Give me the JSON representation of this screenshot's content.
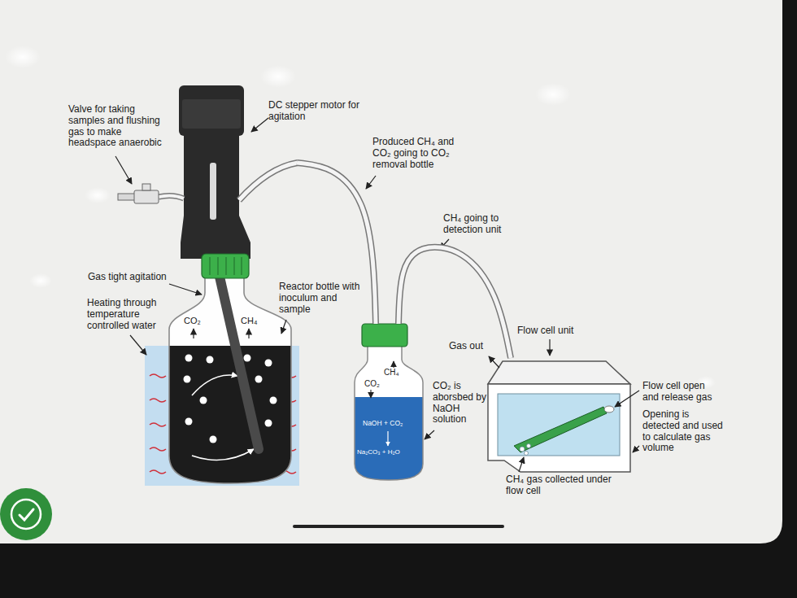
{
  "diagram": {
    "nodes": [
      {
        "text": [
          "CO₂",
          "CH₄"
        ]
      },
      {
        "text": [
          "CO₂",
          "CH₄",
          "NaOH + CO₂",
          "Na₂CO₃ + H₂O"
        ]
      },
      {
        "text": [
          "Flow cell unit"
        ]
      }
    ],
    "edges": [
      {
        "from": 0,
        "to": 1,
        "arrow": "none"
      },
      {
        "from": 1,
        "to": 2,
        "arrow": "none"
      }
    ],
    "labels": [
      "Valve for taking samples and flushing gas to make headspace anaerobic",
      "DC stepper motor for agitation",
      "Produced CH₄ and CO₂ going to CO₂ removal bottle",
      "CH₄ going to detection unit",
      "Gas tight agitation",
      "Heating through temperature controlled water",
      "Reactor bottle with inoculum and sample",
      "CO₂ is aborsbed by NaOH solution",
      "Gas out",
      "Flow cell open and release gas",
      "Opening is detected and used to calculate gas volume",
      "CH₄ gas collected under flow cell"
    ]
  }
}
